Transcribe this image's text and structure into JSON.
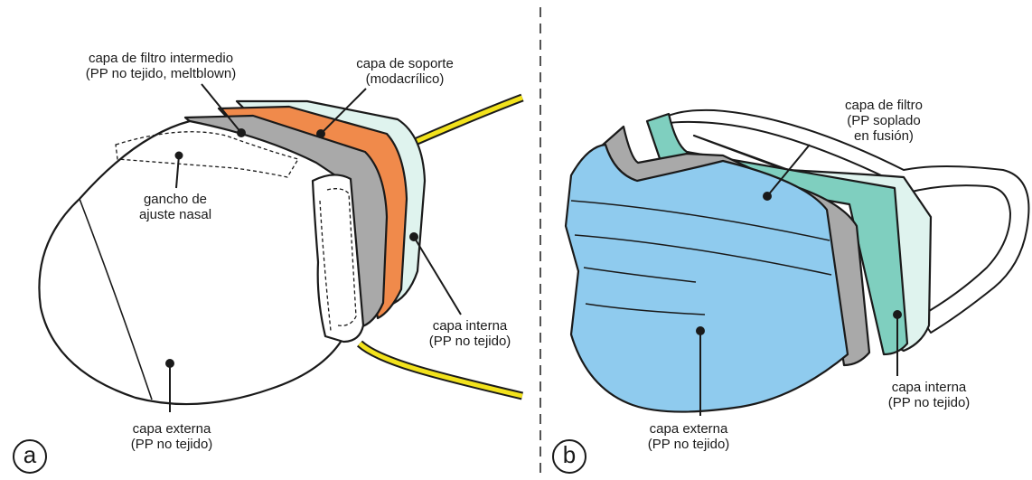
{
  "panel_a": {
    "letter": "a",
    "labels": {
      "middle_filter": [
        "capa de filtro intermedio",
        "(PP no tejido, meltblown)"
      ],
      "support": [
        "capa de soporte",
        "(modacrílico)"
      ],
      "nose_hook": [
        "gancho de",
        "ajuste nasal"
      ],
      "inner": [
        "capa interna",
        "(PP no tejido)"
      ],
      "outer": [
        "capa externa",
        "(PP no tejido)"
      ]
    }
  },
  "panel_b": {
    "letter": "b",
    "labels": {
      "filter": [
        "capa de filtro",
        "(PP soplado",
        "en fusión)"
      ],
      "inner": [
        "capa interna",
        "(PP no tejido)"
      ],
      "outer": [
        "capa externa",
        "(PP no tejido)"
      ]
    }
  },
  "colors": {
    "outline": "#1a1a1a",
    "orange_layer": "#f08a4b",
    "grey_layer": "#a9a9a9",
    "mint_layer": "#cfeee8",
    "teal_layer": "#7fcfbf",
    "blue_outer": "#8fcbee",
    "strap_yellow": "#f2e21c"
  }
}
